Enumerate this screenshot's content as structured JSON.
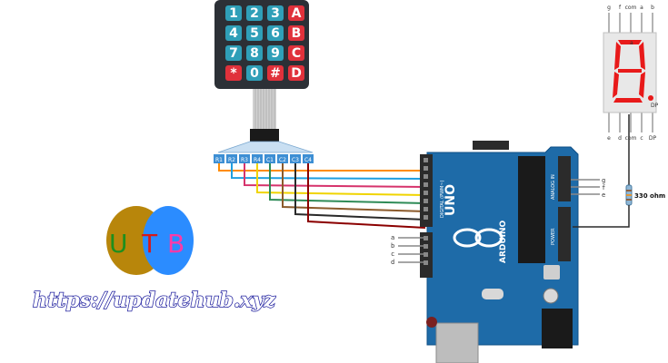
{
  "keypad": {
    "keys": [
      "1",
      "2",
      "3",
      "A",
      "4",
      "5",
      "6",
      "B",
      "7",
      "8",
      "9",
      "C",
      "*",
      "0",
      "#",
      "D"
    ],
    "pins": [
      "R1",
      "R2",
      "R3",
      "R4",
      "C1",
      "C2",
      "C3",
      "C4"
    ]
  },
  "wires": {
    "colors": [
      "#ff8c00",
      "#1f9fe0",
      "#d6336c",
      "#f0d400",
      "#2e8b57",
      "#8b5a2b",
      "#2a2a2a",
      "#8b0000"
    ]
  },
  "display": {
    "top_pins": [
      "g",
      "f",
      "com",
      "a",
      "b"
    ],
    "bottom_pins": [
      "e",
      "d",
      "com",
      "c",
      "DP"
    ],
    "segments_label": [
      "g",
      "f",
      "a",
      "b",
      "e",
      "c",
      "d",
      "DP"
    ],
    "digit": "8"
  },
  "analog_labels": [
    "g",
    "f",
    "e"
  ],
  "digital_labels": [
    "a",
    "b",
    "c",
    "d"
  ],
  "resistor": {
    "label": "330 ohm"
  },
  "arduino": {
    "name": "UNO",
    "brand": "ARDUINO",
    "section_digital": "DIGITAL (PWM~)",
    "section_analog": "ANALOG IN",
    "section_power": "POWER"
  },
  "logo": {
    "letter1": "U",
    "letter2": "T",
    "letter3": "B"
  },
  "url": "https://updatehub.xyz"
}
